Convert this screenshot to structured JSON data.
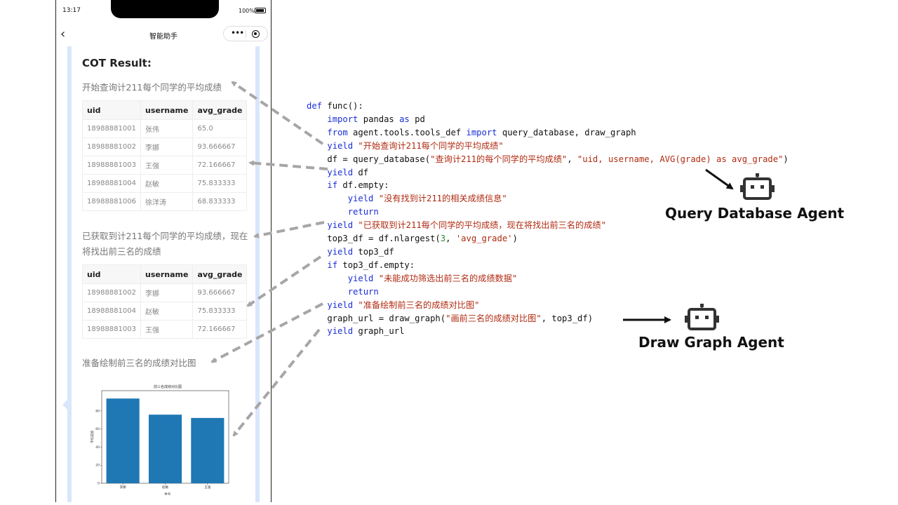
{
  "phone": {
    "status_time": "13:17",
    "battery": "100%",
    "nav_title": "智能助手",
    "back_icon": "chevron-left-icon",
    "menu_icon": "more-dots-icon",
    "close_icon": "target-circle-icon"
  },
  "cot_title": "COT Result:",
  "messages": {
    "m1": "开始查询计211每个同学的平均成绩",
    "m2": "已获取到计211每个同学的平均成绩，现在将找出前三名的成绩",
    "m3": "准备绘制前三名的成绩对比图"
  },
  "table1": {
    "headers": [
      "uid",
      "username",
      "avg_grade"
    ],
    "rows": [
      [
        "18988881001",
        "张伟",
        "65.0"
      ],
      [
        "18988881002",
        "李娜",
        "93.666667"
      ],
      [
        "18988881003",
        "王强",
        "72.166667"
      ],
      [
        "18988881004",
        "赵敏",
        "75.833333"
      ],
      [
        "18988881006",
        "徐洋涛",
        "68.833333"
      ]
    ]
  },
  "table2": {
    "headers": [
      "uid",
      "username",
      "avg_grade"
    ],
    "rows": [
      [
        "18988881002",
        "李娜",
        "93.666667"
      ],
      [
        "18988881004",
        "赵敏",
        "75.833333"
      ],
      [
        "18988881003",
        "王强",
        "72.166667"
      ]
    ]
  },
  "chart_data": {
    "type": "bar",
    "title": "前三名成绩对比图",
    "categories": [
      "李娜",
      "赵敏",
      "王强"
    ],
    "values": [
      93.666667,
      75.833333,
      72.166667
    ],
    "xlabel": "姓名",
    "ylabel": "平均成绩",
    "ylim": [
      0,
      100
    ],
    "yticks": [
      0,
      20,
      40,
      60,
      80
    ],
    "color": "#1f77b4",
    "grid": false
  },
  "code_lines": [
    [
      [
        "kw",
        "def"
      ],
      [
        "t",
        " func():"
      ]
    ],
    [
      [
        "t",
        "    "
      ],
      [
        "kw",
        "import"
      ],
      [
        "t",
        " pandas "
      ],
      [
        "kw",
        "as"
      ],
      [
        "t",
        " pd"
      ]
    ],
    [
      [
        "t",
        "    "
      ],
      [
        "kw",
        "from"
      ],
      [
        "t",
        " agent.tools.tools_def "
      ],
      [
        "kw",
        "import"
      ],
      [
        "t",
        " query_database, draw_graph"
      ]
    ],
    [
      [
        "t",
        "    "
      ],
      [
        "kw",
        "yield"
      ],
      [
        "t",
        " "
      ],
      [
        "str",
        "\"开始查询计211每个同学的平均成绩\""
      ]
    ],
    [
      [
        "t",
        "    df = query_database("
      ],
      [
        "str",
        "\"查询计211的每个同学的平均成绩\""
      ],
      [
        "t",
        ", "
      ],
      [
        "str",
        "\"uid, username, AVG(grade) as avg_grade\""
      ],
      [
        "t",
        ")"
      ]
    ],
    [
      [
        "t",
        "    "
      ],
      [
        "kw",
        "yield"
      ],
      [
        "t",
        " df"
      ]
    ],
    [
      [
        "t",
        "    "
      ],
      [
        "kw",
        "if"
      ],
      [
        "t",
        " df.empty:"
      ]
    ],
    [
      [
        "t",
        "        "
      ],
      [
        "kw",
        "yield"
      ],
      [
        "t",
        " "
      ],
      [
        "str",
        "\"没有找到计211的相关成绩信息\""
      ]
    ],
    [
      [
        "t",
        "        "
      ],
      [
        "kw",
        "return"
      ]
    ],
    [
      [
        "t",
        "    "
      ],
      [
        "kw",
        "yield"
      ],
      [
        "t",
        " "
      ],
      [
        "str",
        "\"已获取到计211每个同学的平均成绩，现在将找出前三名的成绩\""
      ]
    ],
    [
      [
        "t",
        "    top3_df = df.nlargest("
      ],
      [
        "num",
        "3"
      ],
      [
        "t",
        ", "
      ],
      [
        "str",
        "'avg_grade'"
      ],
      [
        "t",
        ")"
      ]
    ],
    [
      [
        "t",
        "    "
      ],
      [
        "kw",
        "yield"
      ],
      [
        "t",
        " top3_df"
      ]
    ],
    [
      [
        "t",
        "    "
      ],
      [
        "kw",
        "if"
      ],
      [
        "t",
        " top3_df.empty:"
      ]
    ],
    [
      [
        "t",
        "        "
      ],
      [
        "kw",
        "yield"
      ],
      [
        "t",
        " "
      ],
      [
        "str",
        "\"未能成功筛选出前三名的成绩数据\""
      ]
    ],
    [
      [
        "t",
        "        "
      ],
      [
        "kw",
        "return"
      ]
    ],
    [
      [
        "t",
        "    "
      ],
      [
        "kw",
        "yield"
      ],
      [
        "t",
        " "
      ],
      [
        "str",
        "\"准备绘制前三名的成绩对比图\""
      ]
    ],
    [
      [
        "t",
        "    graph_url = draw_graph("
      ],
      [
        "str",
        "\"画前三名的成绩对比图\""
      ],
      [
        "t",
        ", top3_df)"
      ]
    ],
    [
      [
        "t",
        "    "
      ],
      [
        "kw",
        "yield"
      ],
      [
        "t",
        " graph_url"
      ]
    ]
  ],
  "agents": {
    "query": {
      "label": "Query Database Agent",
      "icon": "robot-icon"
    },
    "draw": {
      "label": "Draw Graph Agent",
      "icon": "robot-icon"
    }
  },
  "colors": {
    "keyword": "#1a2fd6",
    "string": "#b02b12",
    "number": "#2a8a3a",
    "dashed_arrow": "#a6a6a6",
    "rail": "#d9e6fb"
  }
}
